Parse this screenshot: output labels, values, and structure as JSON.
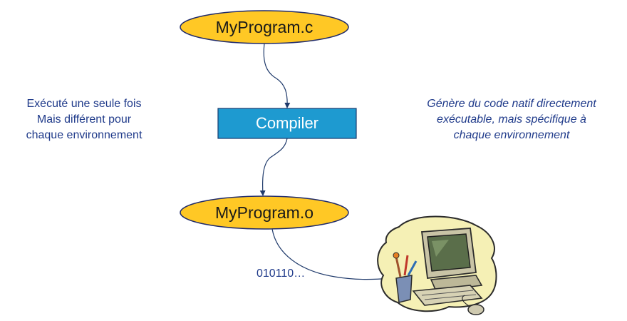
{
  "nodes": {
    "source": "MyProgram.c",
    "compiler": "Compiler",
    "object": "MyProgram.o"
  },
  "left_note": {
    "lines": [
      "Exécuté une seule fois",
      "Mais différent pour",
      "chaque environnement"
    ]
  },
  "right_note": {
    "lines": [
      "Génère du code natif directement",
      "exécutable, mais spécifique à",
      "chaque environnement"
    ]
  },
  "binary_output": "010110…",
  "icons": {
    "computer": "computer-clipart-icon"
  },
  "colors": {
    "ellipse_fill": "#FFC825",
    "ellipse_stroke": "#1F2A6B",
    "compiler_fill": "#1E9AD0",
    "compiler_stroke": "#173B6E",
    "arrow": "#1F3A6B",
    "note_text": "#1F3A8A",
    "computer_blob": "#F5F0B5"
  }
}
